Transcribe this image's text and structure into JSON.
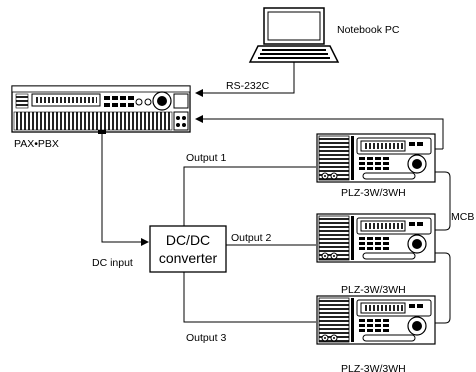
{
  "labels": {
    "notebook_pc": "Notebook PC",
    "rs232c": "RS-232C",
    "pax_pbx": "PAX•PBX",
    "output1": "Output 1",
    "output2": "Output 2",
    "output3": "Output 3",
    "dc_input": "DC input",
    "converter_line1": "DC/DC",
    "converter_line2": "converter",
    "mcb": "MCB",
    "load1": "PLZ-3W/3WH",
    "load2": "PLZ-3W/3WH",
    "load3": "PLZ-3W/3WH"
  },
  "icons": {
    "laptop": "notebook-pc-icon",
    "power_supply": "pax-pbx-power-supply-icon",
    "electronic_load": "electronic-load-icon"
  },
  "colors": {
    "line": "#000000",
    "device_fill": "#ffffff",
    "panel_dark": "#222222"
  }
}
